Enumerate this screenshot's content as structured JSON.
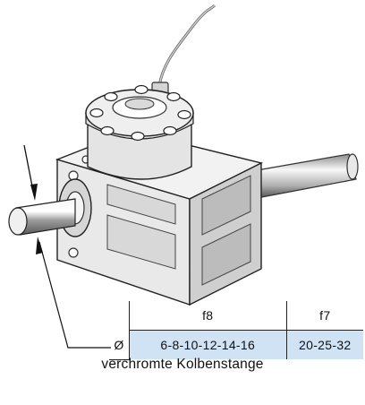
{
  "table": {
    "symbol": "Ø",
    "headers": [
      "f8",
      "f7"
    ],
    "values": [
      "6-8-10-12-14-16",
      "20-25-32"
    ]
  },
  "caption": "verchromte Kolbenstange",
  "colors": {
    "table_highlight": "#cfe3f5",
    "body_fill": "#e6e6e6",
    "outline": "#222222"
  },
  "icons": [
    "rod-arrow-icon",
    "leader-arrow-icon"
  ]
}
